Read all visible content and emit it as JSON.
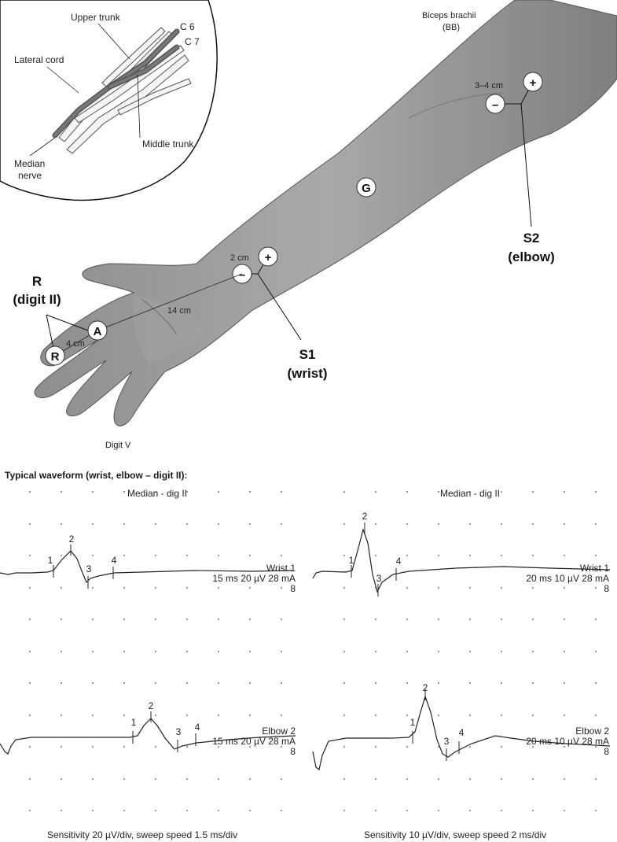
{
  "inset": {
    "upper_trunk": "Upper trunk",
    "c6": "C 6",
    "c7": "C 7",
    "lateral_cord": "Lateral cord",
    "middle_trunk": "Middle trunk",
    "median_nerve_1": "Median",
    "median_nerve_2": "nerve"
  },
  "arm": {
    "biceps_1": "Biceps brachii",
    "biceps_2": "(BB)",
    "dist_s2": "3–4 cm",
    "s2_label": "S2",
    "s2_sub": "(elbow)",
    "ground": "G",
    "dist_s1": "2 cm",
    "s1_label": "S1",
    "s1_sub": "(wrist)",
    "r_label": "R",
    "r_sub": "(digit II)",
    "active": "A",
    "reference": "R",
    "dist_ra": "4 cm",
    "dist_as1": "14 cm",
    "digit_v": "Digit V",
    "plus": "+",
    "minus": "–"
  },
  "waveforms": {
    "heading": "Typical waveform (wrist, elbow – digit II):",
    "left": {
      "title": "Median - dig II",
      "trace1_name": "Wrist 1",
      "trace1_params": "15 ms 20 µV 28 mA",
      "trace1_num": "8",
      "trace2_name": "Elbow 2",
      "trace2_params": "15 ms 20 µV 28 mA",
      "trace2_num": "8",
      "caption": "Sensitivity 20 µV/div, sweep speed 1.5 ms/div"
    },
    "right": {
      "title": "Median - dig II",
      "trace1_name": "Wrist 1",
      "trace1_params": "20 ms 10 µV 28 mA",
      "trace1_num": "8",
      "trace2_name": "Elbow 2",
      "trace2_params": "20 ms 10 µV 28 mA",
      "trace2_num": "8",
      "caption": "Sensitivity 10 µV/div, sweep speed 2 ms/div"
    },
    "markers": [
      "1",
      "2",
      "3",
      "4"
    ]
  }
}
